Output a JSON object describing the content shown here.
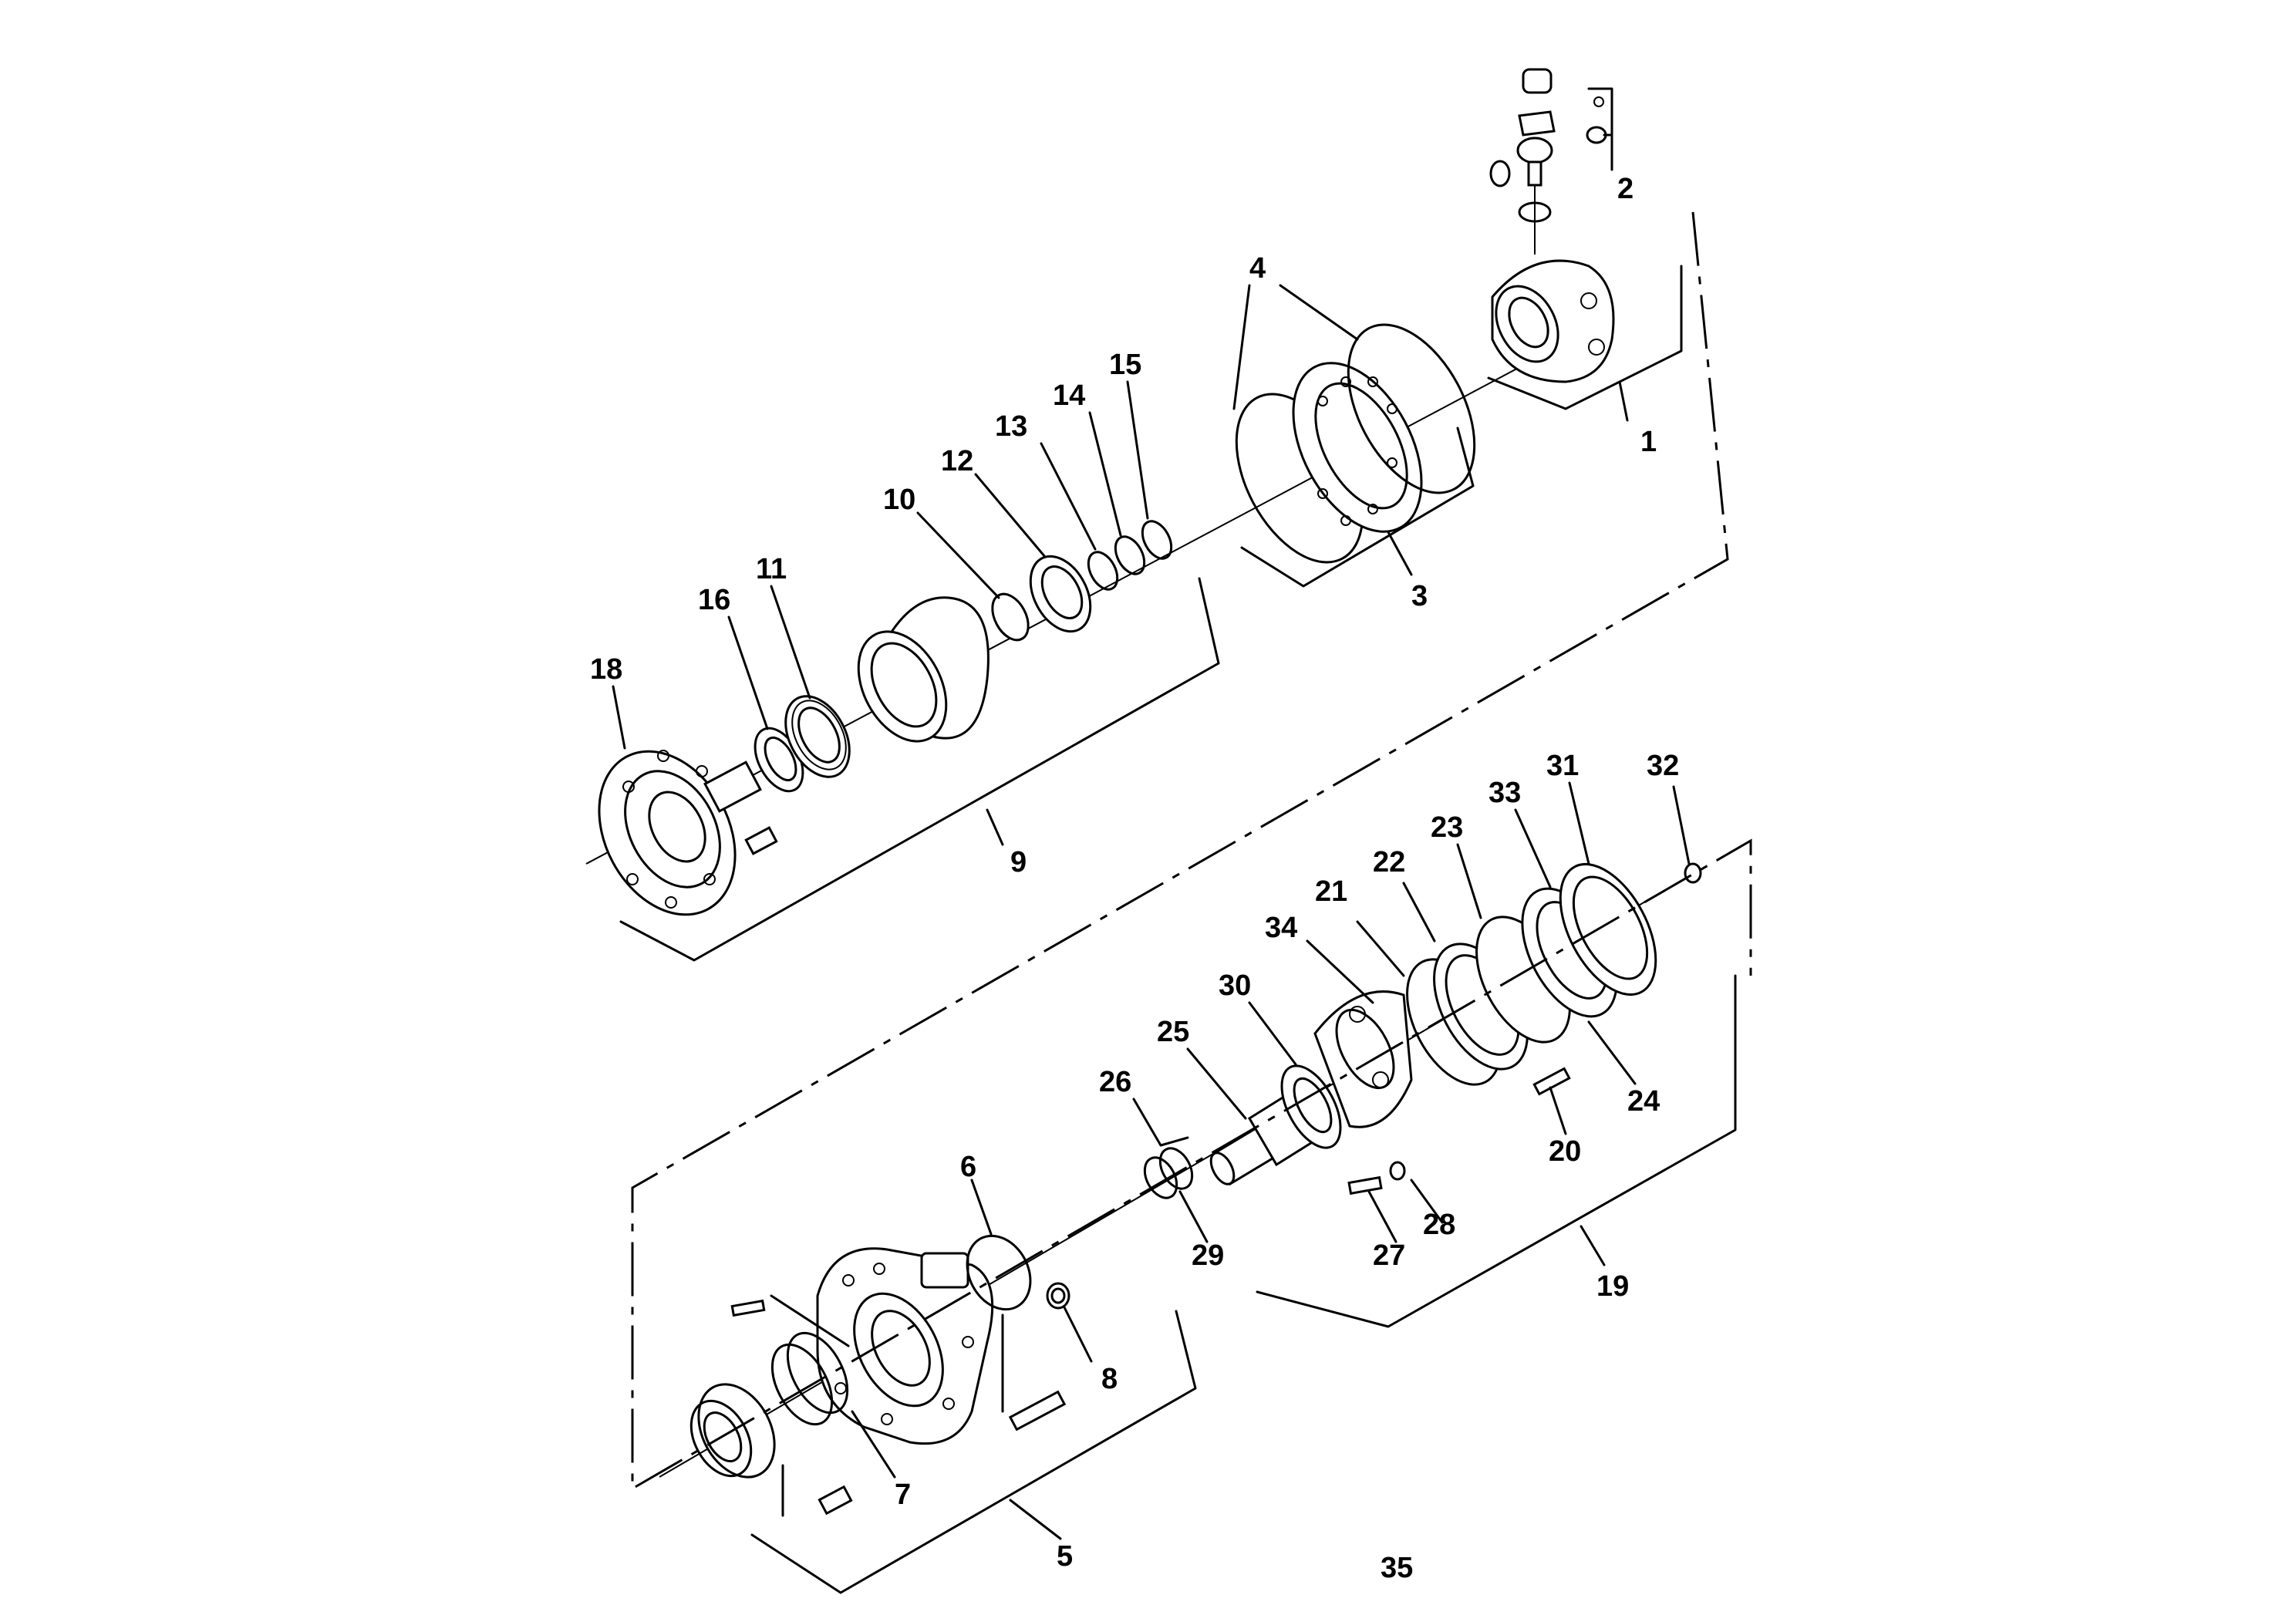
{
  "diagram": {
    "labels": {
      "l1": "1",
      "l2": "2",
      "l3": "3",
      "l4": "4",
      "l5": "5",
      "l6": "6",
      "l7": "7",
      "l8": "8",
      "l9": "9",
      "l10": "10",
      "l11": "11",
      "l12": "12",
      "l13": "13",
      "l14": "14",
      "l15": "15",
      "l16": "16",
      "l18": "18",
      "l19": "19",
      "l20": "20",
      "l21": "21",
      "l22": "22",
      "l23": "23",
      "l24": "24",
      "l25": "25",
      "l26": "26",
      "l27": "27",
      "l28": "28",
      "l29": "29",
      "l30": "30",
      "l31": "31",
      "l32": "32",
      "l33": "33",
      "l34": "34",
      "l35": "35"
    }
  }
}
